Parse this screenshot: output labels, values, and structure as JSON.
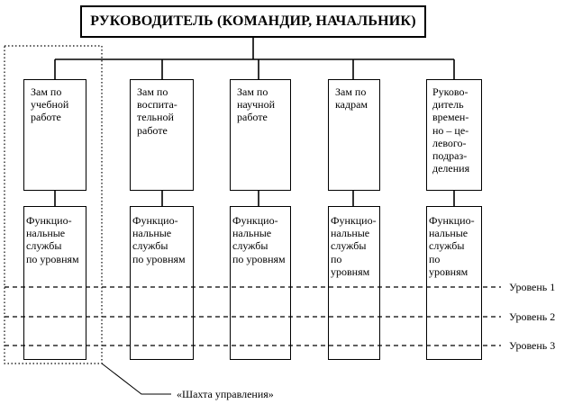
{
  "head": {
    "label": "РУКОВОДИТЕЛЬ (КОМАНДИР, НАЧАЛЬНИК)"
  },
  "deputies": [
    {
      "label": "Зам по\nучебной\nработе"
    },
    {
      "label": "Зам по\nвоспита-\nтельной\nработе"
    },
    {
      "label": "Зам по\nнаучной\nработе"
    },
    {
      "label": "Зам по\nкадрам"
    },
    {
      "label": "Руково-\nдитель\nвремен-\nно – це-\nлевого-\nподраз-\nделения"
    }
  ],
  "functional_services": [
    {
      "label": "Функцио-\nнальные\nслужбы\nпо уровням"
    },
    {
      "label": "Функцио-\nнальные\nслужбы\nпо уровням"
    },
    {
      "label": "Функцио-\nнальные\nслужбы\nпо уровням"
    },
    {
      "label": "Функцио-\nнальные\nслужбы\nпо уровням"
    },
    {
      "label": "Функцио-\nнальные\nслужбы\nпо уровням"
    }
  ],
  "levels": [
    {
      "label": "Уровень 1"
    },
    {
      "label": "Уровень 2"
    },
    {
      "label": "Уровень 3"
    }
  ],
  "shaft": {
    "label": "«Шахта управления»"
  }
}
